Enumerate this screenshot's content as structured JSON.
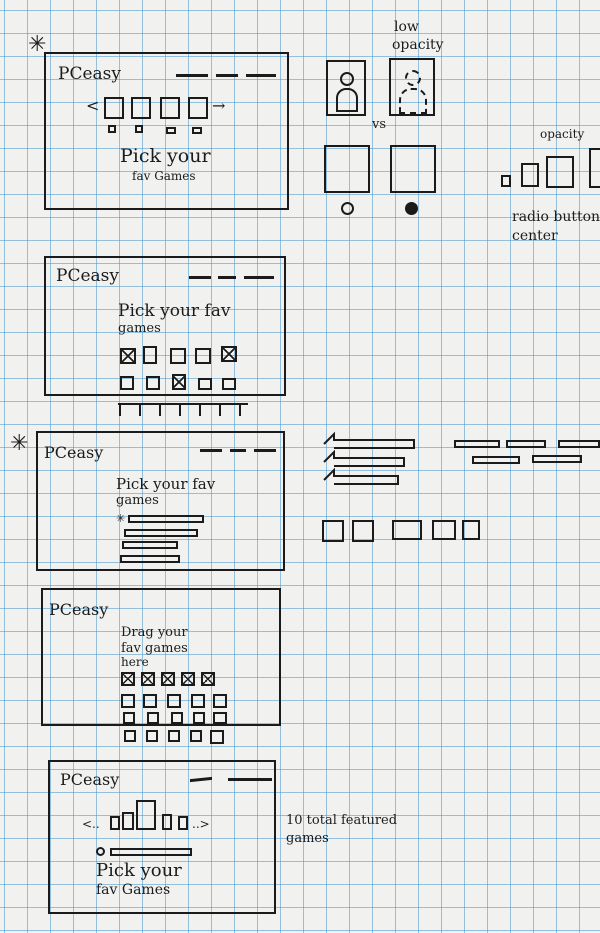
{
  "sketch1": {
    "logo": "PCeasy",
    "heading_line1": "Pick your",
    "heading_line2": "fav Games"
  },
  "sketch2": {
    "logo": "PCeasy",
    "heading_line1": "Pick your fav",
    "heading_line2": "games"
  },
  "sketch3": {
    "logo": "PCeasy",
    "heading_line1": "Pick your fav",
    "heading_line2": "games"
  },
  "sketch4": {
    "logo": "PCeasy",
    "heading_line1": "Drag your",
    "heading_line2": "fav games",
    "heading_line3": "here"
  },
  "sketch5": {
    "logo": "PCeasy",
    "carousel_left": "<..",
    "carousel_right": "..>",
    "heading_line1": "Pick your",
    "heading_line2": "fav Games"
  },
  "notes": {
    "low_opacity_line1": "low",
    "low_opacity_line2": "opacity",
    "vs": "vs",
    "opacity": "opacity",
    "radio_button_line1": "radio button",
    "radio_button_line2": "center",
    "featured_line1": "10 total featured",
    "featured_line2": "games"
  },
  "colors": {
    "ink": "#1b1b1b",
    "grid": "#4696cd",
    "paper": "#f1f2f0"
  }
}
